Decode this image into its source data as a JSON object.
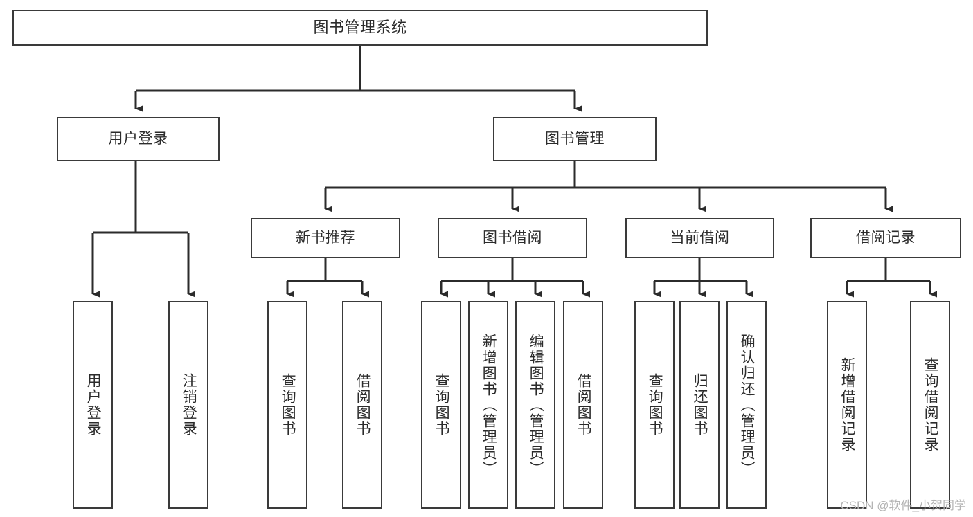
{
  "diagram": {
    "title": "图书管理系统",
    "type": "tree-hierarchy-chart",
    "colors": {
      "box_border": "#3a3a3a",
      "box_fill": "#ffffff",
      "connector": "#2b2b2b",
      "text": "#2b2b2b",
      "watermark": "#b4b4b4",
      "background": "#ffffff"
    },
    "nodes": {
      "root": {
        "label": "图书管理系统"
      },
      "level2": [
        {
          "label": "用户登录"
        },
        {
          "label": "图书管理"
        }
      ],
      "level3": [
        {
          "label": "新书推荐"
        },
        {
          "label": "图书借阅"
        },
        {
          "label": "当前借阅"
        },
        {
          "label": "借阅记录"
        }
      ],
      "leaves_user_login": [
        {
          "label": "用户登录"
        },
        {
          "label": "注销登录"
        }
      ],
      "leaves_new_books": [
        {
          "label": "查询图书"
        },
        {
          "label": "借阅图书"
        }
      ],
      "leaves_borrow": [
        {
          "label": "查询图书"
        },
        {
          "label": "新增图书（管理员）"
        },
        {
          "label": "编辑图书（管理员）"
        },
        {
          "label": "借阅图书"
        }
      ],
      "leaves_current": [
        {
          "label": "查询图书"
        },
        {
          "label": "归还图书"
        },
        {
          "label": "确认归还（管理员）"
        }
      ],
      "leaves_records": [
        {
          "label": "新增借阅记录"
        },
        {
          "label": "查询借阅记录"
        }
      ]
    },
    "watermark": "CSDN @软件_小贺同学"
  }
}
